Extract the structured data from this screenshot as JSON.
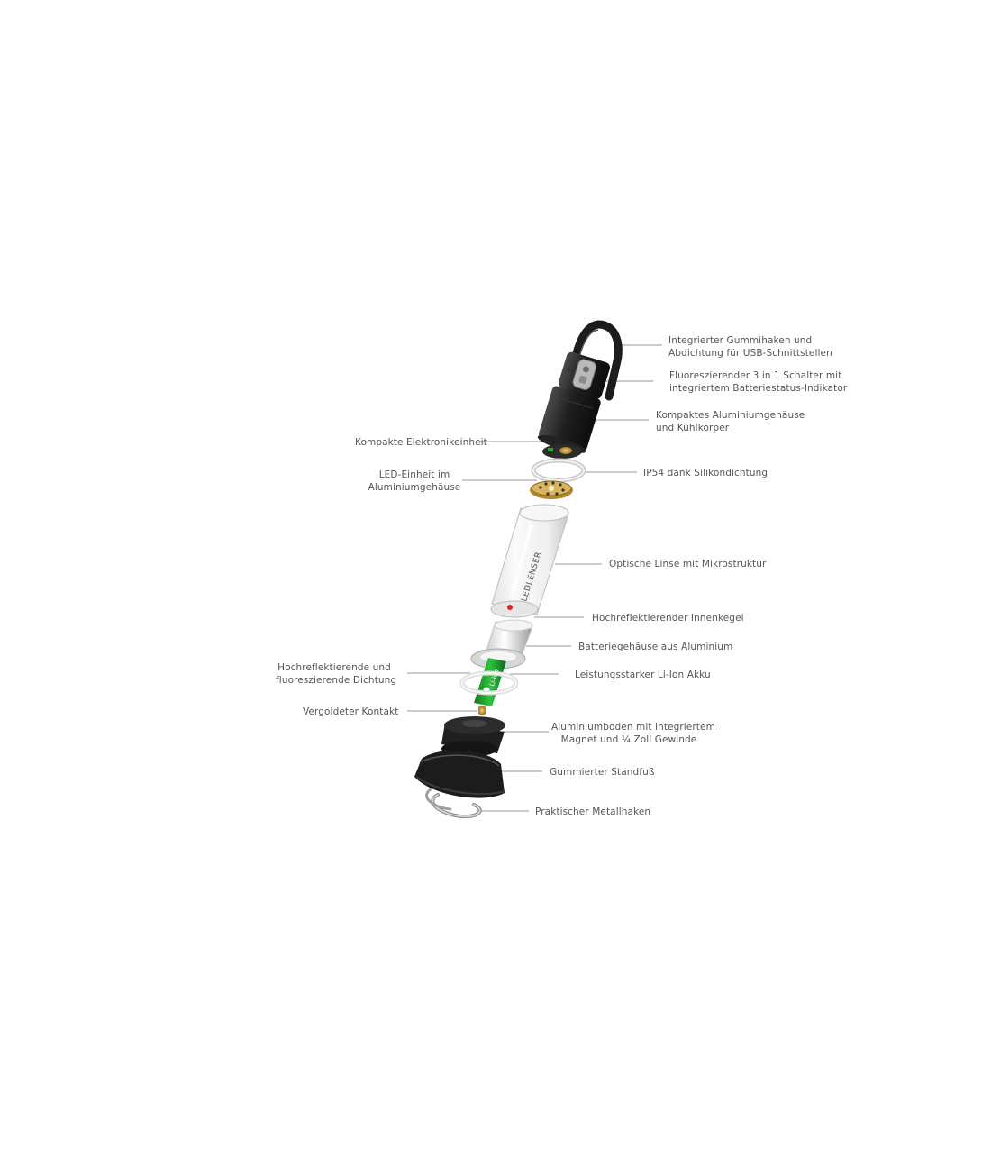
{
  "brand": {
    "text": "LEDLENSER"
  },
  "battery_label": {
    "text": "Li-Ion"
  },
  "callouts": {
    "gummihaken": {
      "line1": "Integrierter Gummihaken und",
      "line2": "Abdichtung für USB-Schnittstellen"
    },
    "schalter": {
      "line1": "Fluoreszierender 3 in 1 Schalter mit",
      "line2": "integriertem Batteriestatus-Indikator"
    },
    "gehaeuse": {
      "line1": "Kompaktes Aluminiumgehäuse",
      "line2": "und Kühlkörper"
    },
    "elektronik": {
      "line1": "Kompakte Elektronikeinheit"
    },
    "led": {
      "line1": "LED-Einheit im",
      "line2": "Aluminiumgehäuse"
    },
    "ip54": {
      "line1": "IP54 dank Silikondichtung"
    },
    "linse": {
      "line1": "Optische Linse mit Mikrostruktur"
    },
    "innenkegel": {
      "line1": "Hochreflektierender Innenkegel"
    },
    "batteriegehaeuse": {
      "line1": "Batteriegehäuse aus Aluminium"
    },
    "dichtung": {
      "line1": "Hochreflektierende und",
      "line2": "fluoreszierende  Dichtung"
    },
    "akku": {
      "line1": "Leistungsstarker  Li-Ion Akku"
    },
    "kontakt": {
      "line1": "Vergoldeter Kontakt"
    },
    "boden": {
      "line1": "Aluminiumboden mit integriertem",
      "line2": "Magnet und ¼ Zoll Gewinde"
    },
    "standfuss": {
      "line1": "Gummierter Standfuß"
    },
    "metallhaken": {
      "line1": "Praktischer Metallhaken"
    }
  },
  "colors": {
    "label": "#555555",
    "leader": "#9a9a9a",
    "accent_green": "#1faa2e",
    "indicator_red": "#e02020",
    "rubber_black": "#1c1c1c"
  }
}
